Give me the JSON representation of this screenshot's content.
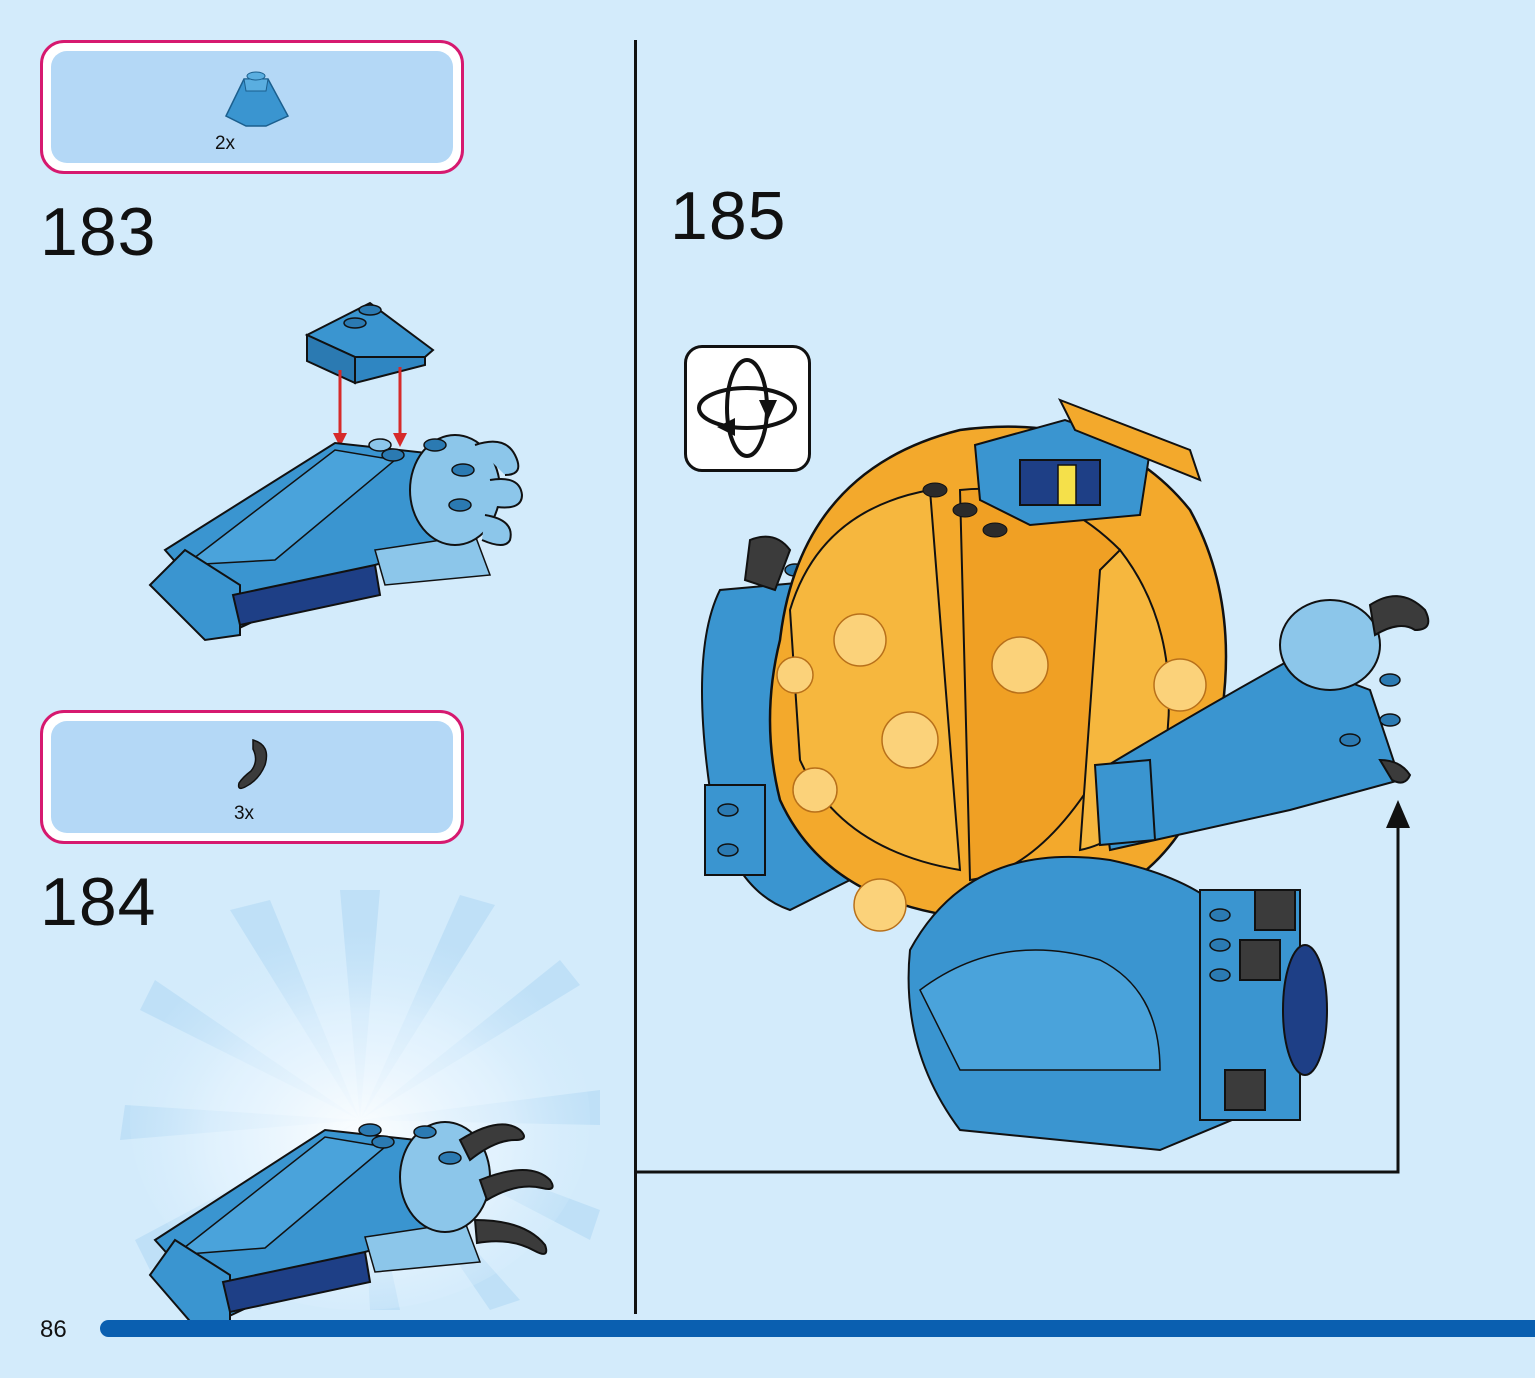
{
  "page": {
    "number": "86"
  },
  "steps": [
    {
      "number": "183",
      "parts": [
        {
          "qty": "2x",
          "part": "wedge-slope-piece"
        }
      ]
    },
    {
      "number": "184",
      "parts": [
        {
          "qty": "3x",
          "part": "claw-piece"
        }
      ]
    },
    {
      "number": "185",
      "icons": [
        "rotate-model-icon",
        "attach-arrow"
      ]
    }
  ],
  "colors": {
    "background": "#d3ebfb",
    "parts_box_border": "#d6196f",
    "parts_box_fill": "#b4d8f6",
    "progress_bar": "#0a5fb0",
    "brick_blue": "#3a95d0",
    "brick_orange": "#f3a92c",
    "arrow_red": "#d62a2a"
  }
}
